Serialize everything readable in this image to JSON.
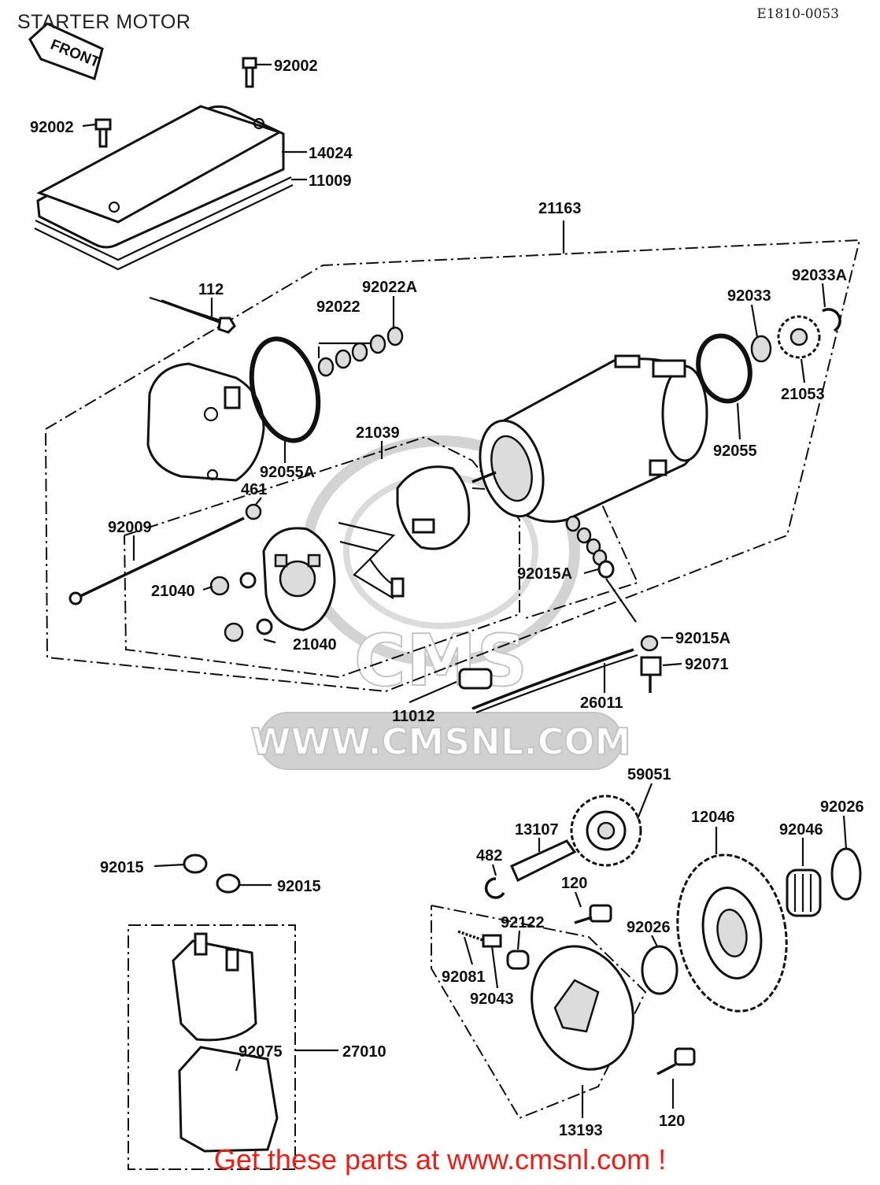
{
  "header": {
    "title": "STARTER MOTOR",
    "drawing_code": "E1810-0053"
  },
  "front_marker": {
    "label": "FRONT"
  },
  "watermark": {
    "text": "WWW.CMSNL.COM",
    "logo": "CMS"
  },
  "footer": {
    "text": "Get these parts at www.cmsnl.com !"
  },
  "callouts": {
    "p92002_top": "92002",
    "p92002_left": "92002",
    "p14024": "14024",
    "p11009": "11009",
    "p21163": "21163",
    "p112": "112",
    "p92022A": "92022A",
    "p92022": "92022",
    "p92033A": "92033A",
    "p92033": "92033",
    "p21053": "21053",
    "p92055": "92055",
    "p92055A": "92055A",
    "p21039": "21039",
    "p461": "461",
    "p92009": "92009",
    "p21040_a": "21040",
    "p21040_b": "21040",
    "p92015A_a": "92015A",
    "p92015A_b": "92015A",
    "p92071": "92071",
    "p26011": "26011",
    "p11012": "11012",
    "p59051": "59051",
    "p12046": "12046",
    "p92026_a": "92026",
    "p92046": "92046",
    "p13107": "13107",
    "p482": "482",
    "p120_a": "120",
    "p92122": "92122",
    "p92026_b": "92026",
    "p92081": "92081",
    "p92043": "92043",
    "p92015_a": "92015",
    "p92015_b": "92015",
    "p92075": "92075",
    "p27010": "27010",
    "p120_b": "120",
    "p13193": "13193"
  }
}
